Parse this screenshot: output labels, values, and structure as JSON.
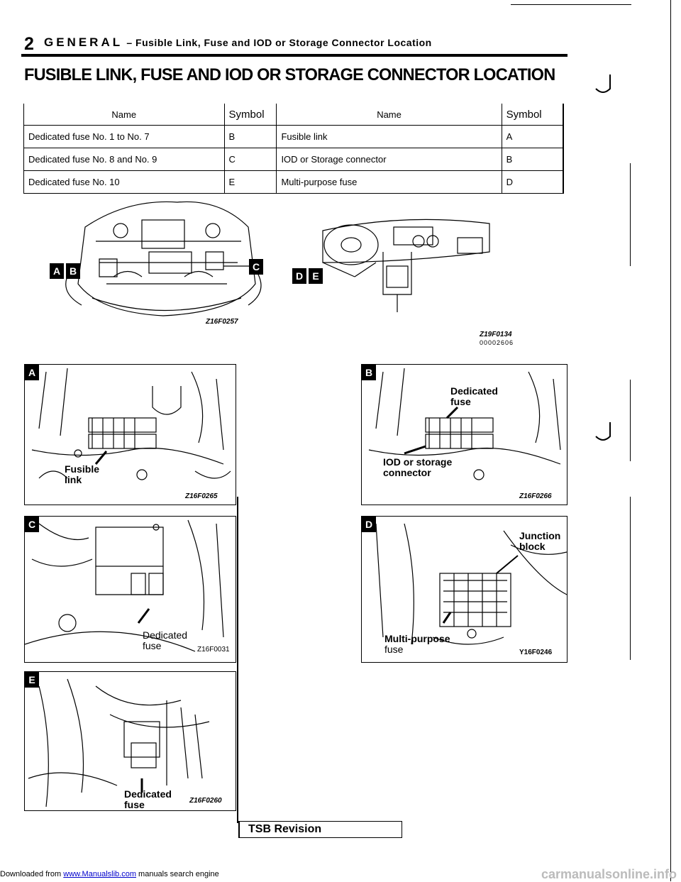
{
  "page": {
    "number": "2",
    "chapter": "GENERAL",
    "subtitle": "– Fusible Link, Fuse and IOD or Storage Connector Location",
    "title": "FUSIBLE LINK, FUSE AND IOD OR STORAGE CONNECTOR LOCATION"
  },
  "table": {
    "headers": [
      "Name",
      "Symbol",
      "Name",
      "Symbol"
    ],
    "rows": [
      [
        "Dedicated fuse No. 1 to No. 7",
        "B",
        "Fusible  link",
        "A"
      ],
      [
        "Dedicated fuse No. 8 and No. 9",
        "C",
        "IOD or Storage connector",
        "B"
      ],
      [
        "Dedicated fuse No. 10",
        "E",
        "Multi-purpose  fuse",
        "D"
      ]
    ]
  },
  "overview": {
    "engine_badges": [
      "A",
      "B",
      "C"
    ],
    "engine_code": "Z16F0257",
    "dash_badges": [
      "D",
      "E"
    ],
    "dash_code": "Z19F0134",
    "dash_sub_code": "00002606"
  },
  "figures": {
    "A": {
      "badge": "A",
      "label_line1": "Fusible",
      "label_line2": "link",
      "code": "Z16F0265"
    },
    "B": {
      "badge": "B",
      "label1_line1": "Dedicated",
      "label1_line2": "fuse",
      "label2_line1": "IOD or storage",
      "label2_line2": "connector",
      "code": "Z16F0266"
    },
    "C": {
      "badge": "C",
      "label_line1": "Dedicated",
      "label_line2": "fuse",
      "code": "Z16F0031"
    },
    "D": {
      "badge": "D",
      "label1_line1": "Junction",
      "label1_line2": "block",
      "label2_line1": "Multi-purpose",
      "label2_line2": "fuse",
      "code": "Y16F0246"
    },
    "E": {
      "badge": "E",
      "label_line1": "Dedicated",
      "label_line2": "fuse",
      "code": "Z16F0260"
    }
  },
  "tsb": "TSB Revision",
  "footer": {
    "prefix": "Downloaded from ",
    "link": "www.Manualslib.com",
    "suffix": " manuals search engine",
    "watermark": "carmanualsonline.info"
  }
}
